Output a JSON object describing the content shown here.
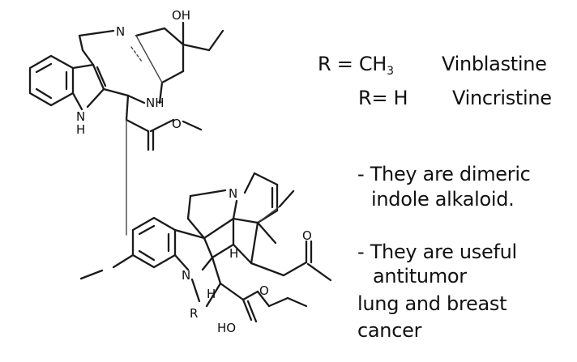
{
  "atoms": {
    "oh_top": "OH",
    "n_upper_ring": "N",
    "nh_upper": "NH",
    "nh_indole": "N",
    "h_indole": "H",
    "n_lower_ring": "N",
    "h_lower_mid": "H",
    "n_lower_indoline": "N",
    "h_lower_indoline": "H",
    "r_group": "R",
    "ho_lower": "HO",
    "o_ester_upper": "O",
    "o_ketone": "O",
    "o_ester_lower": "O"
  },
  "legend": {
    "r_ch3": "R = CH",
    "r_ch3_sub": "3",
    "vinblastine": "Vinblastine",
    "r_h": "R= H",
    "vincristine": "Vincristine"
  },
  "notes": {
    "note1_line1": "- They are dimeric",
    "note1_line2": "indole alkaloid.",
    "note2_line1": "- They are  useful",
    "note2_line2": "antitumor",
    "note2_line3": "lung and breast",
    "note2_line4": "cancer"
  }
}
